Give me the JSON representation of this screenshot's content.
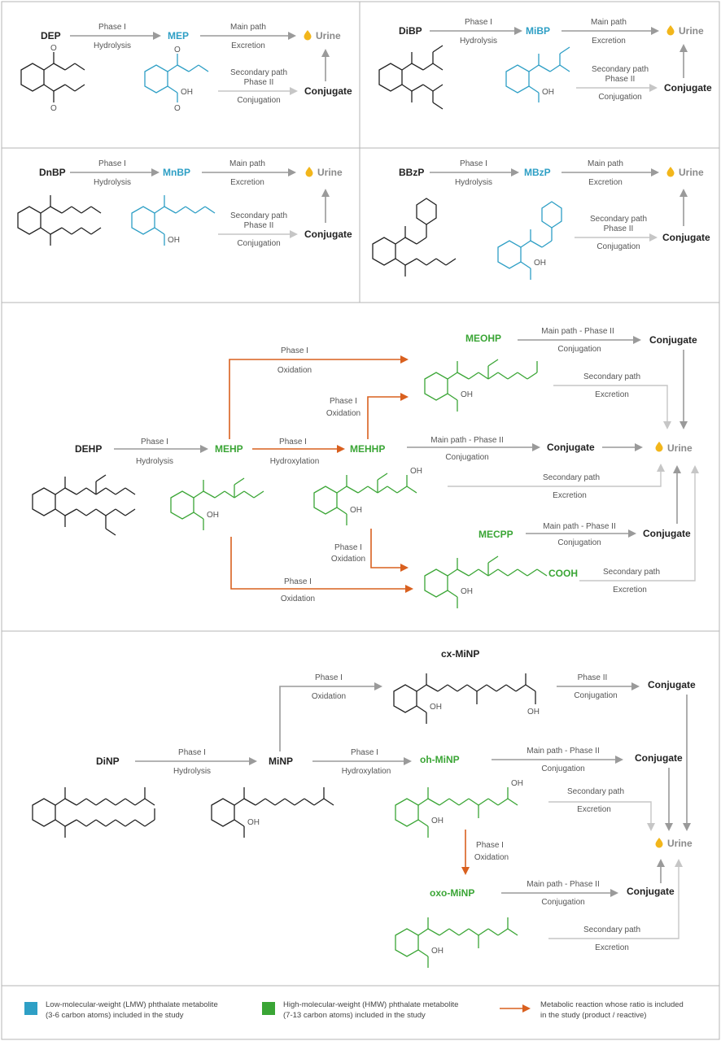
{
  "colors": {
    "lmw": "#2e9fc5",
    "hmw": "#3aa535",
    "orange": "#d9601f",
    "black": "#222222",
    "gray": "#9a9a9a",
    "light": "#c6c6c6",
    "urine_drop": "#f2b61b"
  },
  "labels": {
    "phase1": "Phase I",
    "phase2": "Phase II",
    "hydrolysis": "Hydrolysis",
    "hydroxylation": "Hydroxylation",
    "oxidation": "Oxidation",
    "main_path": "Main path",
    "excretion": "Excretion",
    "secondary_path": "Secondary path",
    "conjugation": "Conjugation",
    "conjugate": "Conjugate",
    "urine": "Urine",
    "main_path_phase2": "Main path - Phase II",
    "oh": "OH",
    "o": "O",
    "cooh": "COOH"
  },
  "compounds": {
    "dep": "DEP",
    "mep": "MEP",
    "dibp": "DiBP",
    "mibp": "MiBP",
    "dnbp": "DnBP",
    "mnbp": "MnBP",
    "bbzp": "BBzP",
    "mbzp": "MBzP",
    "dehp": "DEHP",
    "mehp": "MEHP",
    "mehhp": "MEHHP",
    "meohp": "MEOHP",
    "mecpp": "MECPP",
    "dinp": "DiNP",
    "minp": "MiNP",
    "cx_minp": "cx-MiNP",
    "oh_minp": "oh-MiNP",
    "oxo_minp": "oxo-MiNP"
  },
  "legend": {
    "lmw_line1": "Low-molecular-weight (LMW) phthalate metabolite",
    "lmw_line2": "(3-6 carbon atoms) included in the study",
    "hmw_line1": "High-molecular-weight (HMW) phthalate metabolite",
    "hmw_line2": "(7-13 carbon atoms) included in the study",
    "orange_line1": "Metabolic reaction whose ratio is included",
    "orange_line2": "in the study (product / reactive)"
  }
}
